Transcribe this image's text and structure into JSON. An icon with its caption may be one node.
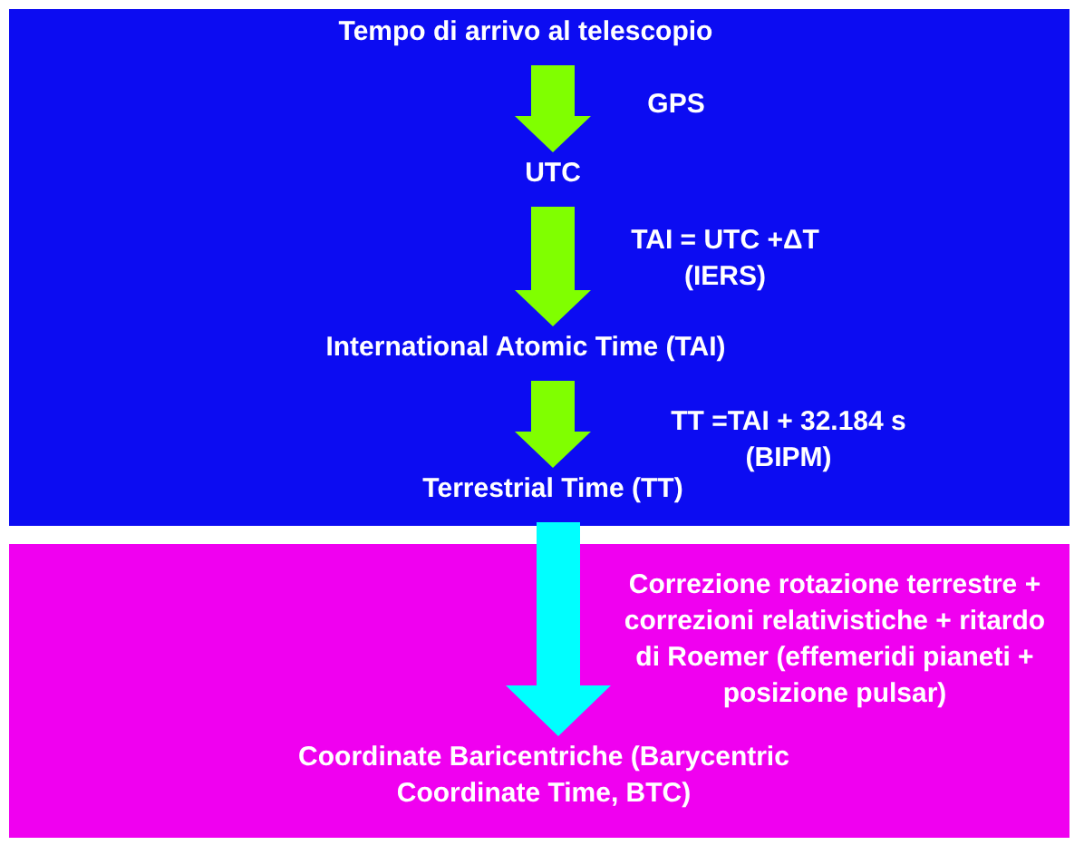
{
  "diagram": {
    "nodes": [
      {
        "text": [],
        "shape": "box"
      },
      {
        "text": [
          "Tempo di arrivo al telescopio"
        ],
        "in": 0
      },
      {
        "text": [
          "UTC"
        ],
        "in": 0
      },
      {
        "text": [
          "International Atomic Time (TAI)"
        ],
        "in": 0
      },
      {
        "text": [
          "Terrestrial Time (TT)"
        ],
        "in": 0
      },
      {
        "text": [],
        "shape": "box"
      },
      {
        "text": [
          "Coordinate Baricentriche (Barycentric Coordinate Time, BTC)"
        ],
        "in": 5
      }
    ],
    "edges": [
      {
        "from": 1,
        "to": 2,
        "arrow": "to",
        "label": "GPS"
      },
      {
        "from": 2,
        "to": 3,
        "arrow": "to",
        "label": "TAI = UTC +ΔT (IERS)"
      },
      {
        "from": 3,
        "to": 4,
        "arrow": "to",
        "label": "TT =TAI + 32.184 s (BIPM)"
      },
      {
        "from": 4,
        "to": 6,
        "arrow": "to",
        "label": "Correzione rotazione terrestre + correzioni relativistiche + ritardo di Roemer (effemeridi pianeti + posizione pulsar)",
        "color": "#00ffff"
      }
    ]
  }
}
